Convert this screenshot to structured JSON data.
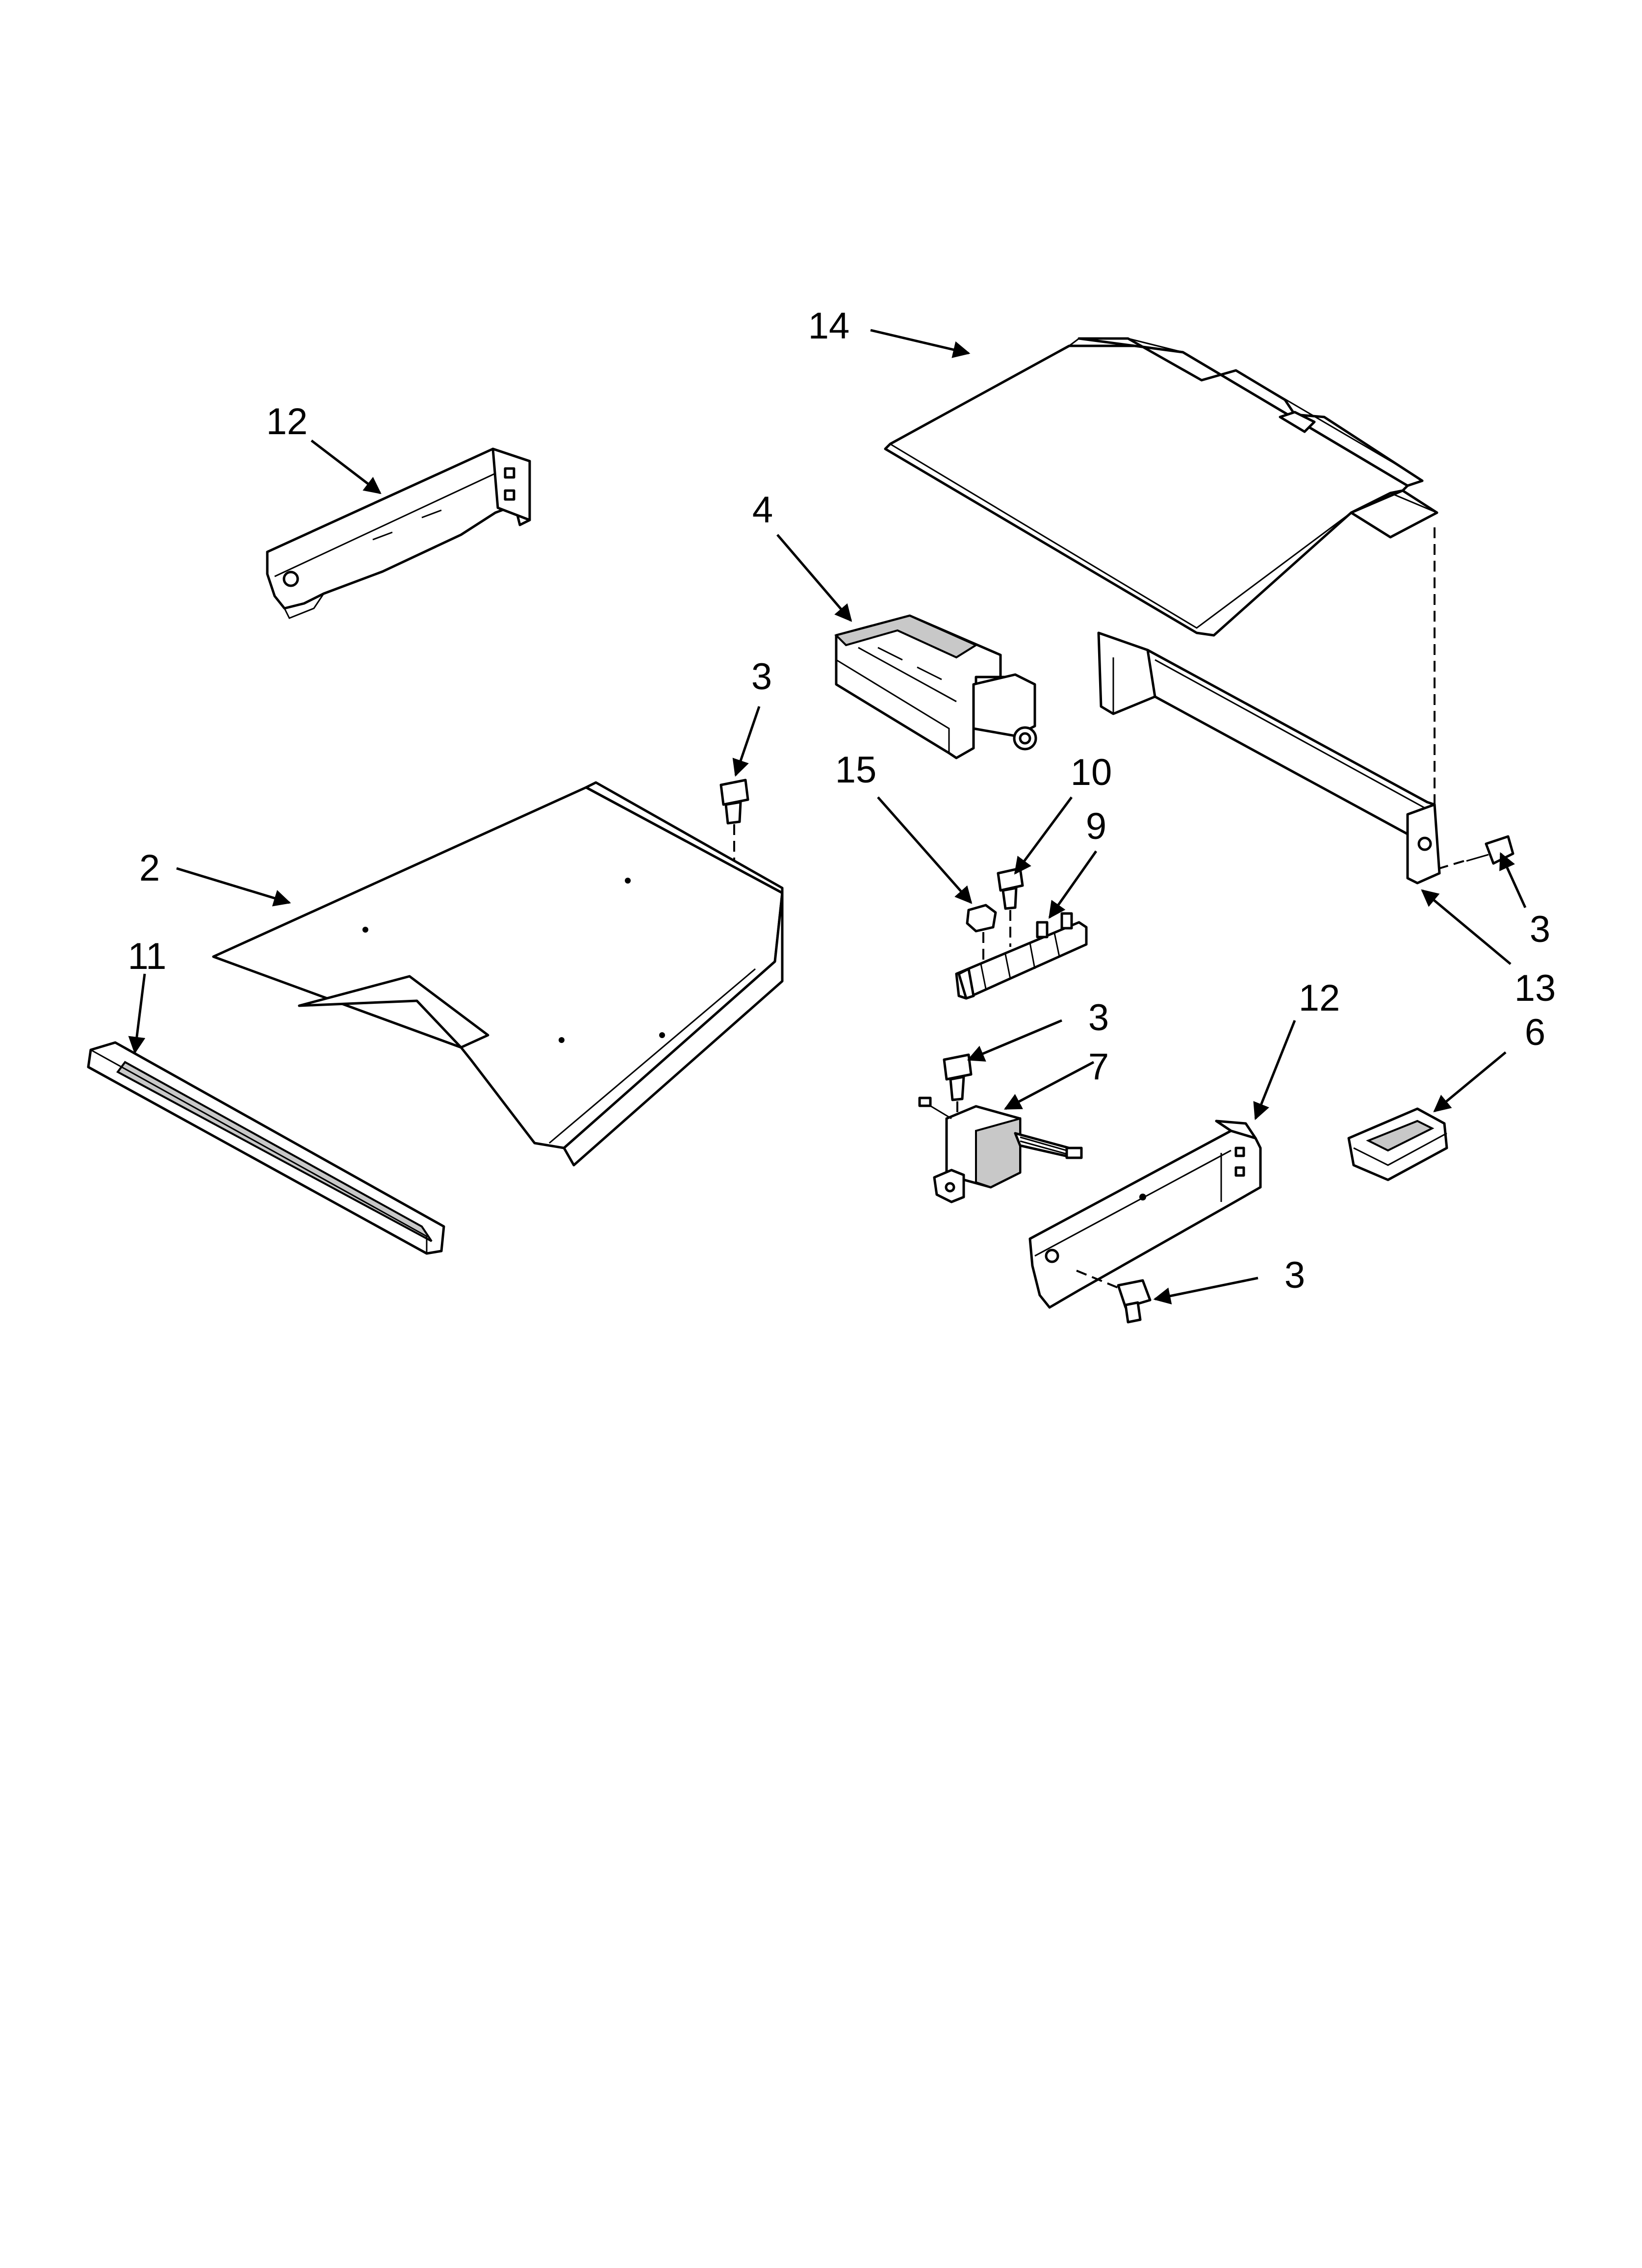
{
  "callouts": [
    {
      "id": "c14",
      "text": "14"
    },
    {
      "id": "c12a",
      "text": "12"
    },
    {
      "id": "c4",
      "text": "4"
    },
    {
      "id": "c3a",
      "text": "3"
    },
    {
      "id": "c15",
      "text": "15"
    },
    {
      "id": "c10",
      "text": "10"
    },
    {
      "id": "c9",
      "text": "9"
    },
    {
      "id": "c2",
      "text": "2"
    },
    {
      "id": "c11",
      "text": "11"
    },
    {
      "id": "c3b",
      "text": "3"
    },
    {
      "id": "c13",
      "text": "13"
    },
    {
      "id": "c6",
      "text": "6"
    },
    {
      "id": "c3c",
      "text": "3"
    },
    {
      "id": "c7",
      "text": "7"
    },
    {
      "id": "c12b",
      "text": "12"
    },
    {
      "id": "c3d",
      "text": "3"
    }
  ]
}
